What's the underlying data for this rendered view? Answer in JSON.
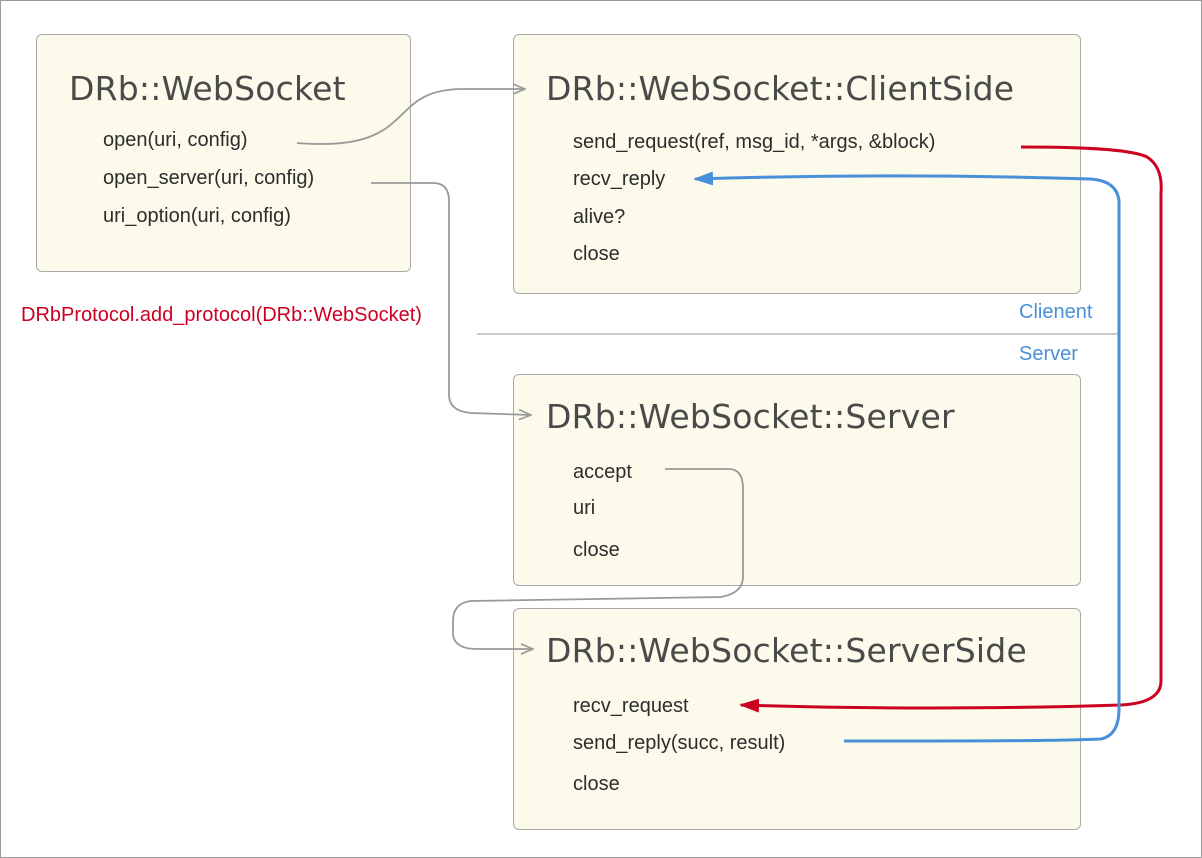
{
  "colors": {
    "box_fill": "#fcfaea",
    "box_border": "#a9a9a9",
    "connector_gray": "#999999",
    "request_red": "#cc0022",
    "reply_blue": "#4a8fd9"
  },
  "boxes": {
    "websocket": {
      "title": "DRb::WebSocket",
      "methods": [
        "open(uri, config)",
        "open_server(uri, config)",
        "uri_option(uri, config)"
      ]
    },
    "client_side": {
      "title": "DRb::WebSocket::ClientSide",
      "methods": [
        "send_request(ref, msg_id, *args, &block)",
        "recv_reply",
        "alive?",
        "close"
      ]
    },
    "server": {
      "title": "DRb::WebSocket::Server",
      "methods": [
        "accept",
        "uri",
        "close"
      ]
    },
    "server_side": {
      "title": "DRb::WebSocket::ServerSide",
      "methods": [
        "recv_request",
        "send_reply(succ, result)",
        "close"
      ]
    }
  },
  "annotations": {
    "add_protocol": "DRbProtocol.add_protocol(DRb::WebSocket)",
    "client_label": "Clienent",
    "server_label": "Server"
  }
}
